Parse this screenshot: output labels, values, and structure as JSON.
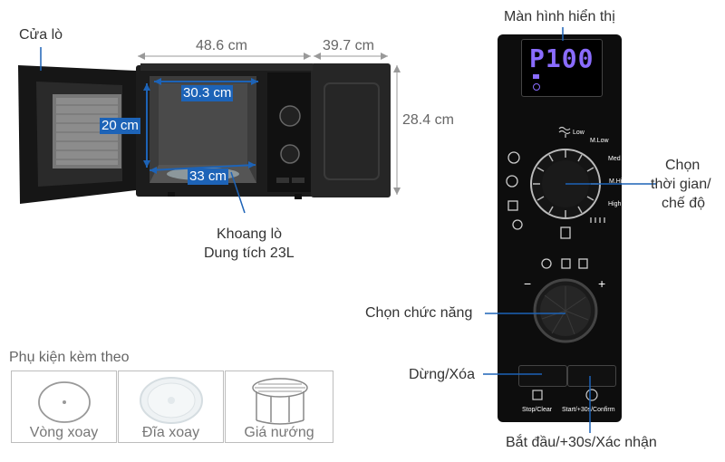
{
  "dims": {
    "width": "48.6 cm",
    "depth": "39.7 cm",
    "height": "28.4 cm",
    "cavity_width": "30.3 cm",
    "cavity_height": "20 cm",
    "cavity_depth": "33 cm"
  },
  "labels": {
    "door": "Cửa lò",
    "cavity": "Khoang lò",
    "capacity": "Dung tích 23L",
    "display": "Màn hình hiển thị",
    "timer_mode": [
      "Chọn",
      "thời gian/",
      "chế độ"
    ],
    "function": "Chọn chức năng",
    "stop": "Dừng/Xóa",
    "start": "Bắt đầu/+30s/Xác nhận"
  },
  "panel": {
    "display_text": "P100",
    "levels": [
      "Low",
      "M.Low",
      "Med",
      "M.High",
      "High"
    ],
    "stop_caption": "Stop/Clear",
    "start_caption": "Start/+30s/Confirm",
    "knob_minus": "−",
    "knob_plus": "+"
  },
  "accessories": {
    "title": "Phụ kiện kèm theo",
    "items": [
      {
        "name": "Vòng xoay"
      },
      {
        "name": "Đĩa xoay"
      },
      {
        "name": "Giá nướng"
      }
    ]
  },
  "colors": {
    "accent": "#1d63b7",
    "display": "#8a6cff",
    "panel": "#0d0d0d"
  }
}
